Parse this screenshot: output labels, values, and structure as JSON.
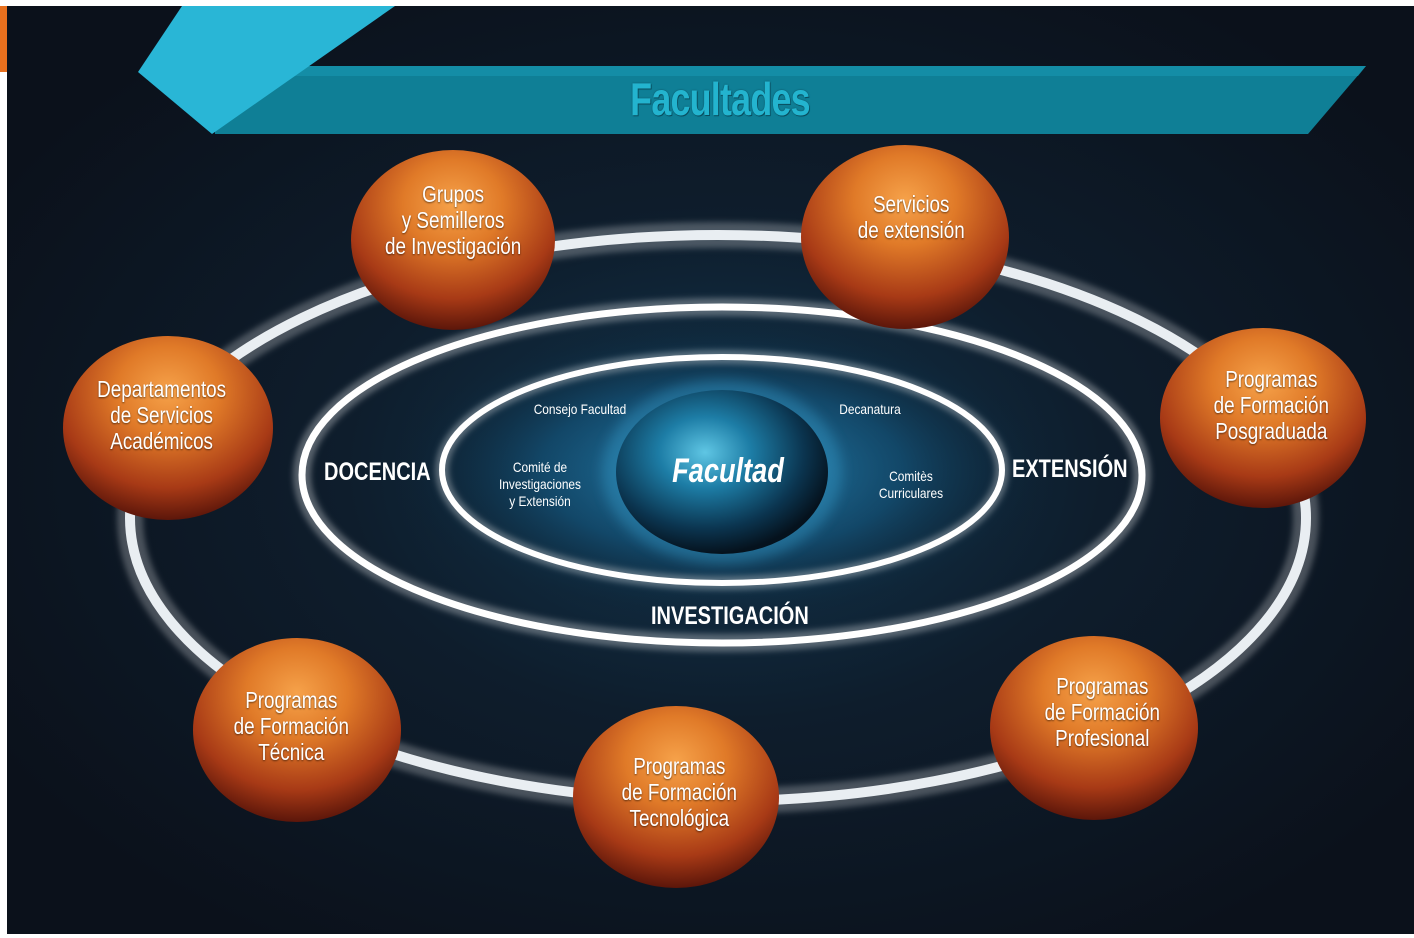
{
  "diagram": {
    "title": "Facultades",
    "center": "Facultad",
    "ring_labels": {
      "docencia": "DOCENCIA",
      "extension": "EXTENSIÓN",
      "investigacion": "INVESTIGACIÓN"
    },
    "inner_items": {
      "consejo": "Consejo Facultad",
      "decanatura": "Decanatura",
      "comite": "Comité de\nInvestigaciones\ny Extensión",
      "comites": "Comitès\nCurriculares"
    },
    "nodes": {
      "grupos": "Grupos\ny Semilleros\nde Investigación",
      "servicios": "Servicios\nde extensión",
      "departamentos": "Departamentos\nde Servicios\nAcadémicos",
      "posgraduada": "Programas\nde Formación\nPosgraduada",
      "tecnica": "Programas\nde Formación\nTécnica",
      "tecnologica": "Programas\nde Formación\nTecnológica",
      "profesional": "Programas\nde Formación\nProfesional"
    },
    "colors": {
      "background": "#0d1521",
      "title_band": "#0f7f96",
      "title_text": "#23b4cf",
      "accent_stripe": "#29b6d6",
      "node_orange": "#e07a28",
      "node_dark": "#7a1f0c",
      "ring": "#ffffff",
      "center_sphere": "#1f7fa3",
      "corner_tab": "#e8701e"
    }
  }
}
